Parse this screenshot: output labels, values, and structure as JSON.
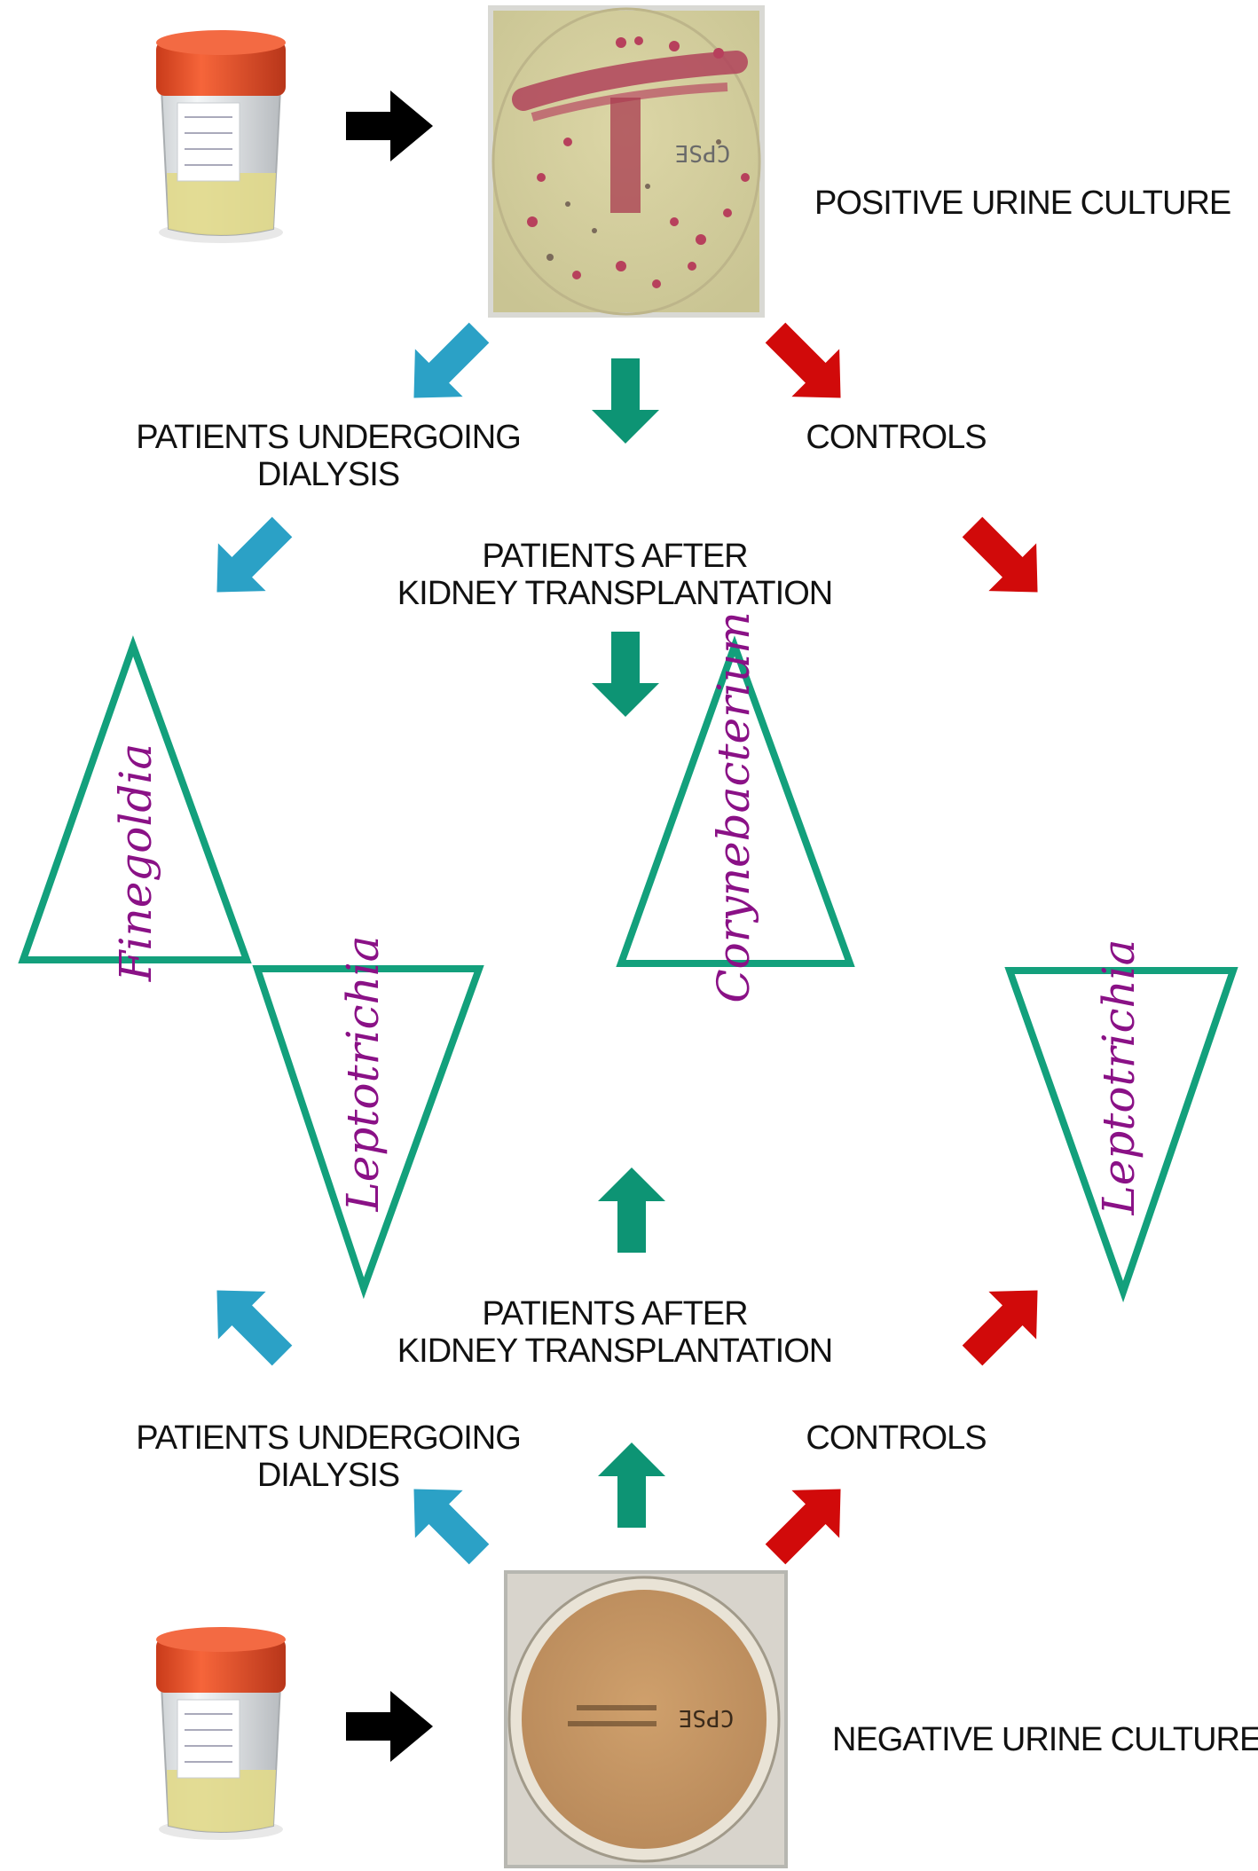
{
  "colors": {
    "black_arrow": "#000000",
    "blue_arrow": "#2ba1c6",
    "green_arrow": "#0d9474",
    "red_arrow": "#d10a0a",
    "triangle_stroke": "#13a07c",
    "genus_text": "#8a1186",
    "cup_lid": "#f2552b",
    "urine": "#e4dc8a",
    "plate_positive": "#d6cf9a",
    "plate_negative": "#c89a68"
  },
  "top": {
    "label": "POSITIVE URINE CULTURE",
    "left_branch": [
      "PATIENTS UNDERGOING",
      "DIALYSIS"
    ],
    "center_branch": [
      "PATIENTS  AFTER",
      "KIDNEY TRANSPLANTATION"
    ],
    "right_branch": "CONTROLS",
    "plate_code": "CPSE"
  },
  "bottom": {
    "label": "NEGATIVE URINE CULTURE",
    "left_branch": [
      "PATIENTS UNDERGOING",
      "DIALYSIS"
    ],
    "center_branch": [
      "PATIENTS  AFTER",
      "KIDNEY TRANSPLANTATION"
    ],
    "right_branch": "CONTROLS",
    "plate_code": "CPSE"
  },
  "triangles": {
    "finegoldia": "Finegoldia",
    "corynebacterium": "Corynebacterium",
    "leptotrichia_left": "Leptotrichia",
    "leptotrichia_right": "Leptotrichia"
  },
  "icons": [
    "urine-cup-icon",
    "culture-plate-icon",
    "arrow-icon",
    "triangle-icon"
  ]
}
